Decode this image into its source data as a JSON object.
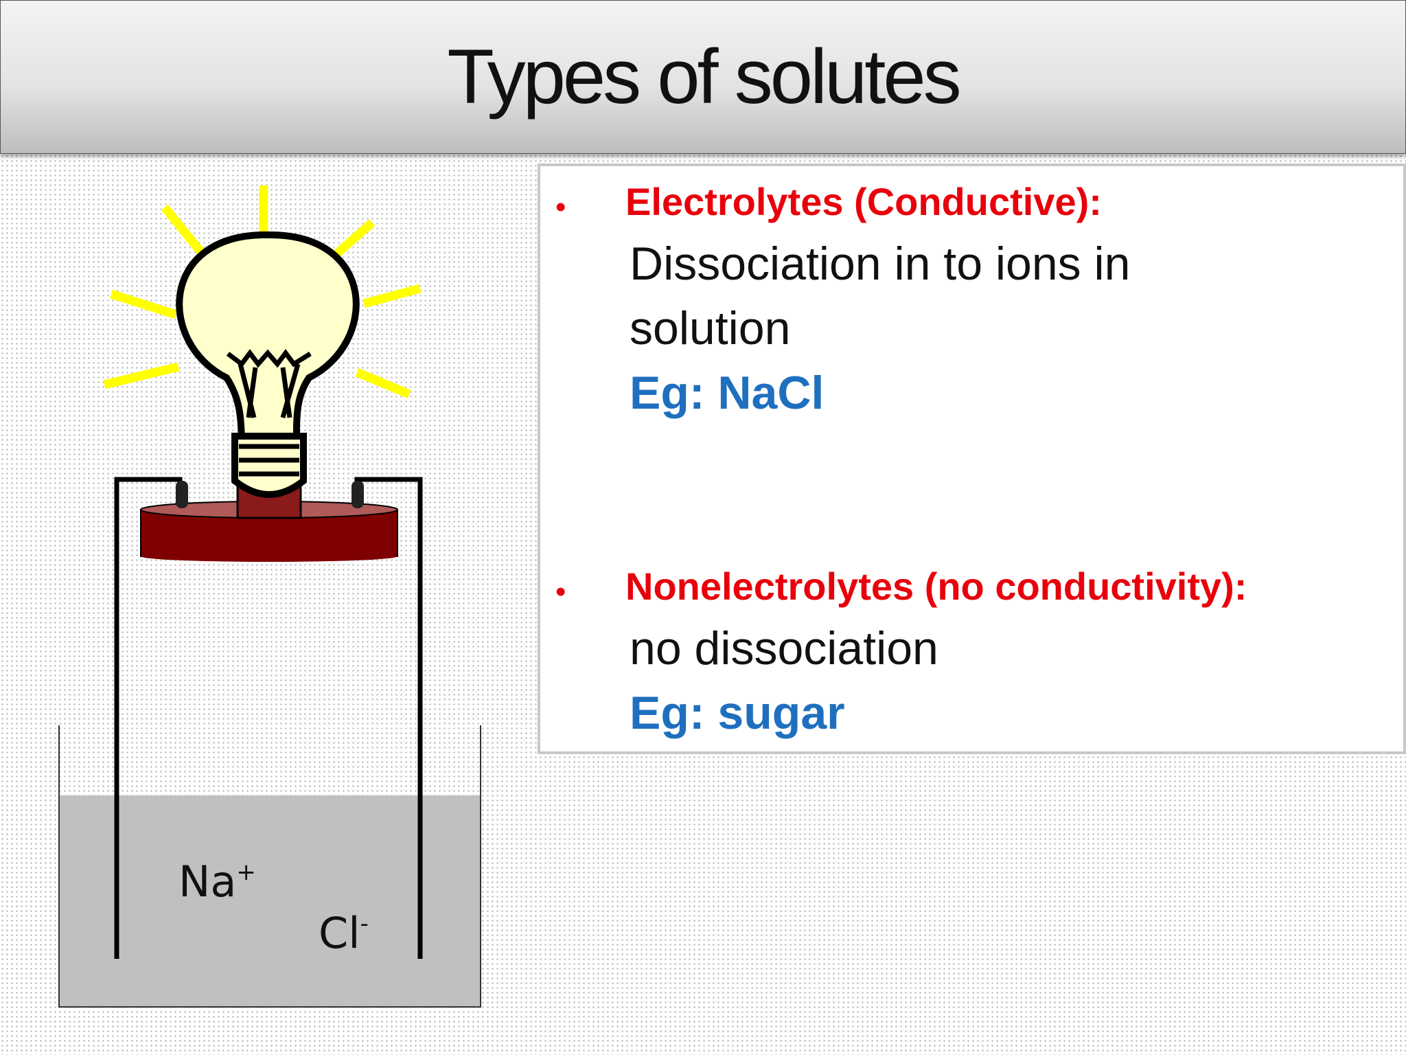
{
  "title": "Types of solutes",
  "bullets": [
    {
      "marker": "•",
      "heading": "Electrolytes (Conductive):",
      "lines": [
        "Dissociation in to ions in",
        "solution"
      ],
      "example": "Eg: NaCl"
    },
    {
      "marker": "•",
      "heading": "Nonelectrolytes (no conductivity):",
      "lines": [
        "no dissociation"
      ],
      "example": "Eg: sugar"
    }
  ],
  "diagram": {
    "ions": [
      {
        "symbol": "Na",
        "charge": "+"
      },
      {
        "symbol": "Cl",
        "charge": "-"
      }
    ],
    "colors": {
      "bulb_glass": "#ffffcc",
      "light_rays": "#ffff00",
      "socket_base": "#7f0000",
      "solution": "#c0c0c0"
    }
  }
}
